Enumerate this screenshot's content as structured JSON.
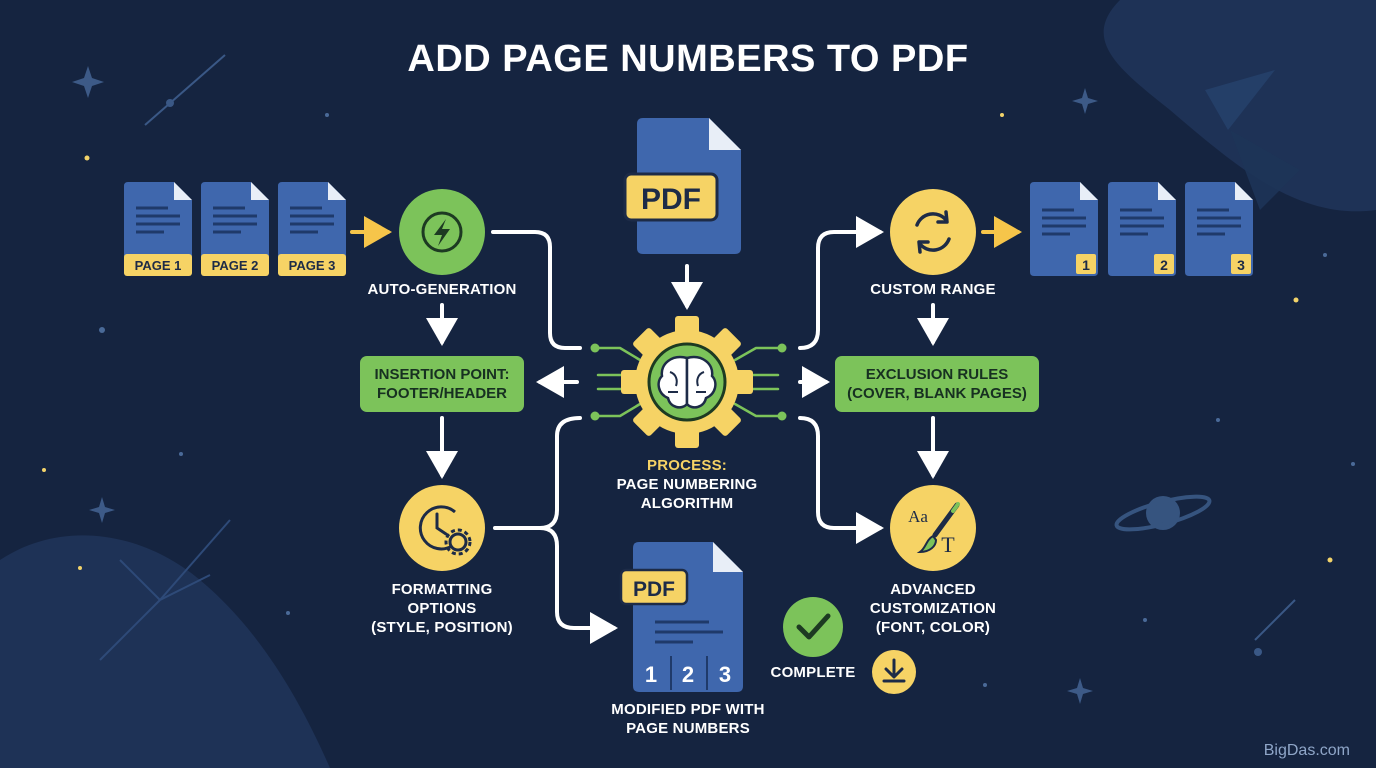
{
  "title": "ADD PAGE NUMBERS TO PDF",
  "input_pages": [
    "PAGE 1",
    "PAGE 2",
    "PAGE 3"
  ],
  "output_page_numbers": [
    "1",
    "2",
    "3"
  ],
  "input_doc_label": "PDF",
  "output_doc_label": "PDF",
  "output_doc_numbers": [
    "1",
    "2",
    "3"
  ],
  "nodes": {
    "auto_generation": "AUTO-GENERATION",
    "custom_range": "CUSTOM RANGE",
    "insertion_point": [
      "INSERTION POINT:",
      "FOOTER/HEADER"
    ],
    "exclusion_rules": [
      "EXCLUSION RULES",
      "(COVER, BLANK PAGES)"
    ],
    "process_title": "PROCESS:",
    "process_body": [
      "PAGE NUMBERING",
      "ALGORITHM"
    ],
    "formatting": [
      "FORMATTING",
      "OPTIONS",
      "(STYLE, POSITION)"
    ],
    "advanced": [
      "ADVANCED",
      "CUSTOMIZATION",
      "(FONT, COLOR)"
    ],
    "modified_pdf": [
      "MODIFIED PDF WITH",
      "PAGE NUMBERS"
    ],
    "complete": "COMPLETE",
    "font_icon_text": [
      "Aa",
      "T"
    ]
  },
  "watermark": "BigDas.com",
  "colors": {
    "background": "#152440",
    "doc_blue": "#3f67ad",
    "yellow": "#f6d365",
    "green": "#7cc35a",
    "white": "#ffffff"
  }
}
